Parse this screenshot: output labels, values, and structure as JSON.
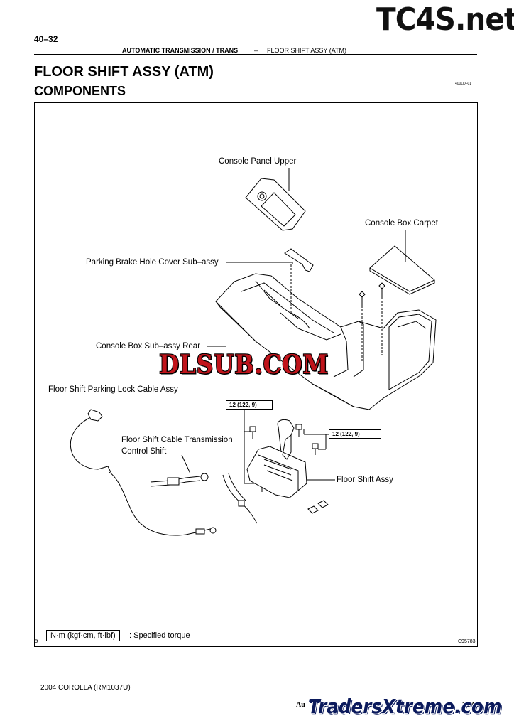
{
  "header": {
    "page_number": "40–32",
    "section": "AUTOMATIC TRANSMISSION / TRANS",
    "dash": "–",
    "topic": "FLOOR SHIFT ASSY (ATM)"
  },
  "watermarks": {
    "top_right": "TC4S.net",
    "center": "DLSUB.COM",
    "bottom_right": "TradersXtreme.com"
  },
  "title": "FLOOR SHIFT ASSY (ATM)",
  "section_heading": "COMPONENTS",
  "ref_code": "400LD–01",
  "figure": {
    "labels": {
      "console_panel_upper": "Console Panel Upper",
      "console_box_carpet": "Console Box Carpet",
      "parking_brake_hole_cover": "Parking Brake Hole Cover Sub–assy",
      "console_box_rear": "Console Box Sub–assy Rear",
      "parking_lock_cable": "Floor Shift Parking Lock Cable Assy",
      "cable_transmission_line1": "Floor Shift Cable Transmission",
      "cable_transmission_line2": "Control Shift",
      "floor_shift_assy": "Floor Shift Assy"
    },
    "torque_1": "12 (122, 9)",
    "torque_2": "12 (122, 9)",
    "legend_unit": "N·m (kgf·cm, ft·lbf)",
    "legend_text": ": Specified torque",
    "corner_mark": "P",
    "figure_code": "C95783"
  },
  "footer": {
    "model": "2004 COROLLA   (RM1037U)",
    "partial": "Au",
    "page": "1282"
  }
}
